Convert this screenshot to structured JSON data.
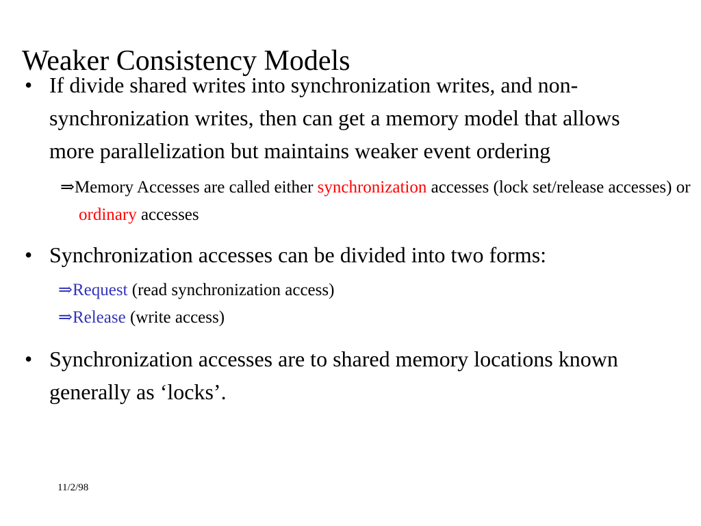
{
  "slide": {
    "title": "Weaker Consistency Models",
    "footer_date": "11/2/98",
    "colors": {
      "background": "#ffffff",
      "text": "#000000",
      "accent_red": "#ff0000",
      "accent_blue": "#3333bb"
    },
    "markers": {
      "level1": "•",
      "level2": "⇒"
    },
    "bullets": [
      {
        "level": 1,
        "text": "If divide shared writes into synchronization writes, and non-synchronization writes, then can get a memory model that allows more parallelization but maintains weaker event ordering"
      },
      {
        "level": 2,
        "segments": [
          {
            "text": "Memory Accesses are called either ",
            "color": "black"
          },
          {
            "text": "synchronization",
            "color": "red"
          },
          {
            "text": " accesses (lock set/release accesses) or ",
            "color": "black"
          },
          {
            "text": "ordinary",
            "color": "red"
          },
          {
            "text": " accesses",
            "color": "black"
          }
        ]
      },
      {
        "level": 1,
        "text": "Synchronization accesses can be divided into two forms:"
      },
      {
        "level": 2,
        "segments": [
          {
            "text": "Request",
            "color": "blue"
          },
          {
            "text": "  (read synchronization access)",
            "color": "black"
          }
        ]
      },
      {
        "level": 2,
        "segments": [
          {
            "text": "Release",
            "color": "blue"
          },
          {
            "text": " (write access)",
            "color": "black"
          }
        ]
      },
      {
        "level": 1,
        "text": "Synchronization accesses are to shared memory locations known generally as ‘locks’."
      }
    ]
  }
}
